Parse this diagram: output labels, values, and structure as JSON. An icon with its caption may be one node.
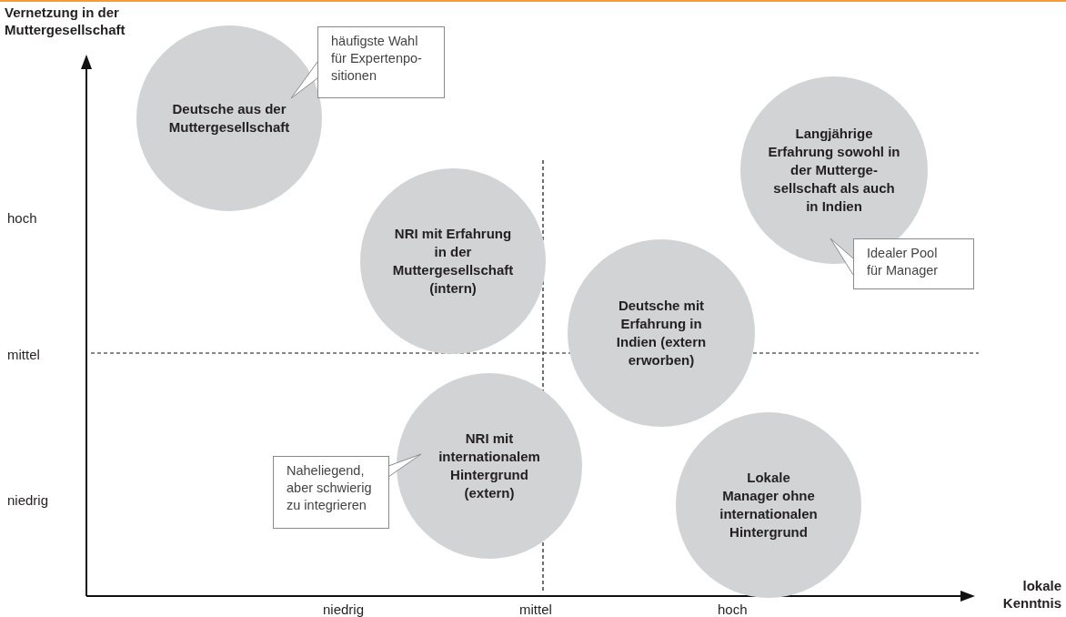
{
  "diagram": {
    "nodes": [
      {
        "text": [
          "Deutsche aus der Muttergesellschaft"
        ]
      },
      {
        "text": [
          "häufigste Wahl für Expertenpo- sitionen"
        ]
      },
      {
        "text": [
          "Langjährige Erfahrung sowohl in der Mutterge- sellschaft als auch in Indien"
        ]
      },
      {
        "text": [
          "NRI mit Erfahrung in der Muttergesellschaft (intern)"
        ]
      },
      {
        "text": [
          "Idealer Pool für Manager"
        ]
      },
      {
        "text": [
          "Deutsche mit Erfahrung in Indien (extern erworben)"
        ]
      },
      {
        "text": [
          "NRI mit internationalem Hintergrund (extern)"
        ]
      },
      {
        "text": [
          "Naheliegend, aber schwierig zu integrieren"
        ]
      },
      {
        "text": [
          "Lokale Manager ohne internationalen Hintergrund"
        ]
      }
    ],
    "edges": [
      {
        "from": 1,
        "to": 0,
        "arrow": "none"
      },
      {
        "from": 4,
        "to": 2,
        "arrow": "none"
      },
      {
        "from": 7,
        "to": 6,
        "arrow": "none"
      }
    ],
    "labels": [
      "Vernetzung in der Muttergesellschaft",
      "hoch",
      "mittel",
      "niedrig",
      "lokale Kenntnis",
      "niedrig",
      "mittel",
      "hoch"
    ]
  }
}
